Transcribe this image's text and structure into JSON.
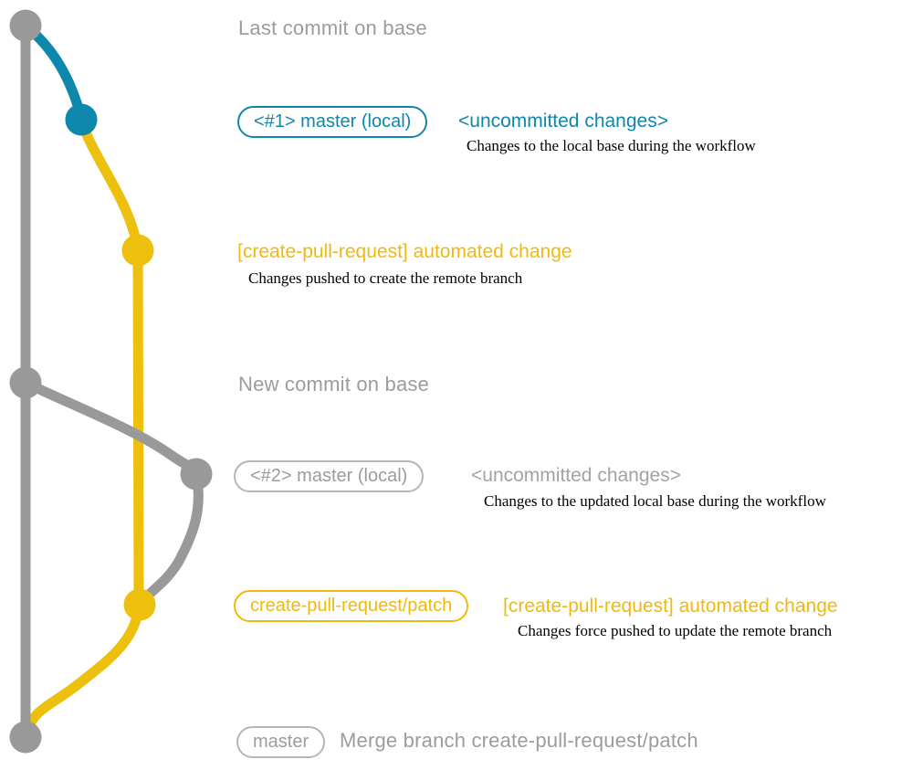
{
  "colors": {
    "graph_gray": "#999999",
    "graph_blue": "#0e87ac",
    "graph_yellow": "#edc00d",
    "label_gray": "#9c9c9c",
    "border_gray": "#b6b6b6",
    "label_blue": "#0e87ab",
    "label_yellow": "#f0b90d",
    "detail_black": "#000000"
  },
  "graph": {
    "branches": [
      "base (gray)",
      "local master (blue)",
      "create-pull-request/patch (yellow)"
    ],
    "commit_names": [
      "last-commit-on-base",
      "local-master-uncommitted-1",
      "create-pull-request-patch-1",
      "new-commit-on-base",
      "local-master-uncommitted-2",
      "create-pull-request-patch-2",
      "merge-commit"
    ]
  },
  "rows": {
    "last_commit": {
      "label": "Last commit on base"
    },
    "uncommitted_1": {
      "badge": "<#1> master (local)",
      "note": "<uncommitted changes>",
      "detail": "Changes to the local base during the workflow"
    },
    "automated_1": {
      "heading": "[create-pull-request] automated change",
      "detail": "Changes pushed to create the remote branch"
    },
    "new_commit": {
      "label": "New commit on base"
    },
    "uncommitted_2": {
      "badge": "<#2> master (local)",
      "note": "<uncommitted changes>",
      "detail": "Changes to the updated local base during the workflow"
    },
    "automated_2": {
      "badge": "create-pull-request/patch",
      "heading": "[create-pull-request] automated change",
      "detail": "Changes force pushed to update the remote branch"
    },
    "merge": {
      "badge": "master",
      "label": "Merge branch create-pull-request/patch"
    }
  }
}
